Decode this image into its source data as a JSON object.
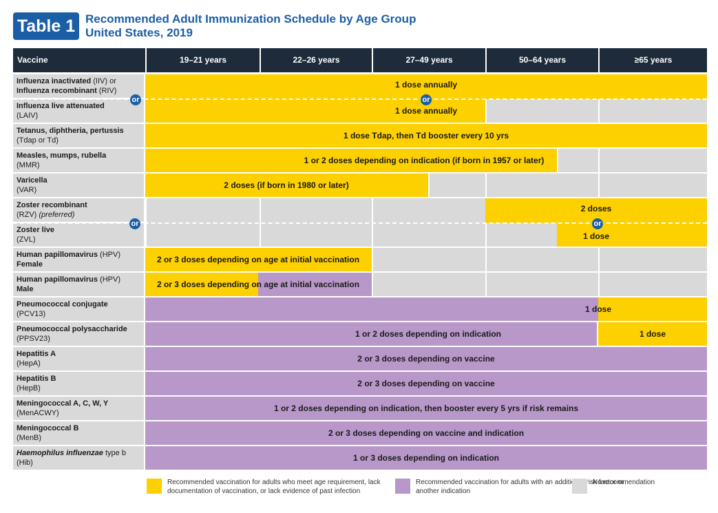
{
  "header": {
    "badge": "Table 1",
    "title_line1": "Recommended Adult Immunization Schedule by Age Group",
    "title_line2": "United States, 2019"
  },
  "columns": [
    "Vaccine",
    "19–21 years",
    "22–26 years",
    "27–49 years",
    "50–64 years",
    "≥65 years"
  ],
  "colors": {
    "yellow": "#fdd000",
    "purple": "#b897c9",
    "gray": "#d9d9d9",
    "navy": "#1d2b3a",
    "blue": "#1a5ea5"
  },
  "rows": [
    {
      "name": "Influenza inactivated",
      "name_extra": " (IIV) or",
      "line2": "Influenza recombinant",
      "line2_extra": " (RIV)"
    },
    {
      "name": "Influenza live attenuated",
      "abbr": "(LAIV)"
    },
    {
      "name": "Tetanus, diphtheria, pertussis",
      "abbr": "(Tdap or Td)"
    },
    {
      "name": "Measles, mumps, rubella",
      "abbr": "(MMR)"
    },
    {
      "name": "Varicella",
      "abbr": "(VAR)"
    },
    {
      "name": "Zoster recombinant",
      "abbr": "(RZV)",
      "abbr_note": "(preferred)"
    },
    {
      "name": "Zoster live",
      "abbr": "(ZVL)"
    },
    {
      "name": "Human papillomavirus",
      "name_extra": " (HPV)",
      "line2": "Female"
    },
    {
      "name": "Human papillomavirus",
      "name_extra": " (HPV)",
      "line2": "Male"
    },
    {
      "name": "Pneumococcal conjugate",
      "abbr": "(PCV13)"
    },
    {
      "name": "Pneumococcal polysaccharide",
      "abbr": "(PPSV23)"
    },
    {
      "name": "Hepatitis A",
      "abbr": "(HepA)"
    },
    {
      "name": "Hepatitis B",
      "abbr": "(HepB)"
    },
    {
      "name": "Meningococcal A, C, W, Y",
      "abbr": "(MenACWY)"
    },
    {
      "name": "Meningococcal B",
      "abbr": "(MenB)"
    },
    {
      "name": "Haemophilus influenzae",
      "name_extra": " type b",
      "abbr": "(Hib)"
    }
  ],
  "labels": {
    "influenza": "1 dose annually",
    "laiv": "1 dose annually",
    "tdap": "1 dose Tdap, then Td booster every 10 yrs",
    "mmr": "1 or 2 doses depending on indication (if born in 1957 or later)",
    "var": "2 doses (if born in 1980 or later)",
    "rzv": "2 doses",
    "zvl": "1 dose",
    "hpv_female": "2 or 3 doses depending on age at initial vaccination",
    "hpv_male_a": "2 or 3 doses depending on",
    "hpv_male_b": " age at initial vaccination",
    "pcv13_a": "1 d",
    "pcv13_b": "ose",
    "ppsv23": "1 or 2 doses depending on indication",
    "ppsv23_65": "1 dose",
    "hepa": "2 or 3 doses depending on vaccine",
    "hepb": "2 or 3 doses depending on vaccine",
    "menacwy": "1 or 2 doses depending on indication, then booster every 5 yrs if risk remains",
    "menb": "2 or 3 doses depending on vaccine and indication",
    "hib": "1 or 3 doses depending on indication",
    "or": "or"
  },
  "legend": [
    {
      "color": "#fdd000",
      "text": "Recommended vaccination for adults who meet age requirement, lack documentation of vaccination, or lack evidence of past infection"
    },
    {
      "color": "#b897c9",
      "text": "Recommended vaccination for adults with an additional risk factor or another indication"
    },
    {
      "color": "#d9d9d9",
      "text": "No recommendation"
    }
  ]
}
